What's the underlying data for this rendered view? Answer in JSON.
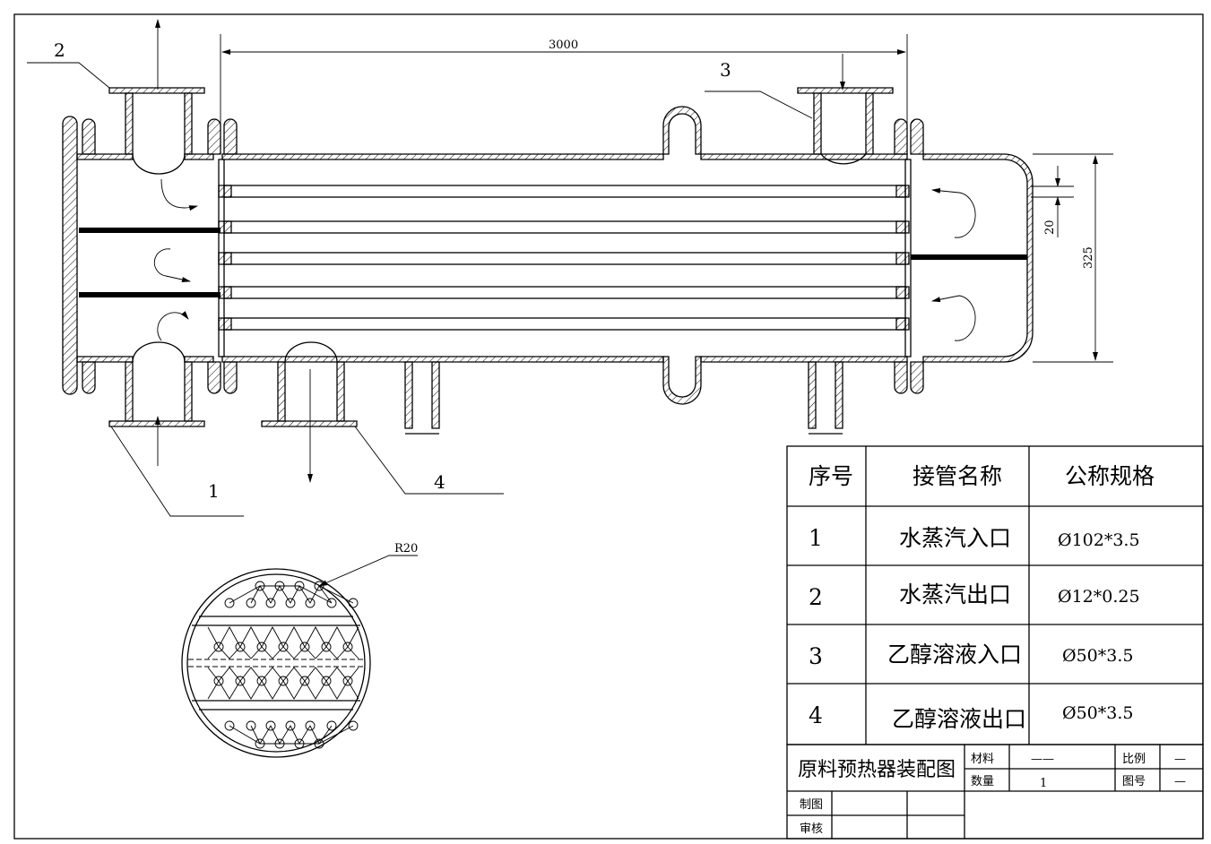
{
  "drawing": {
    "dimensions": {
      "length": "3000",
      "diameter": "325",
      "pass_gap": "20",
      "fillet": "R20"
    },
    "callouts": [
      "1",
      "2",
      "3",
      "4"
    ]
  },
  "nozzle_table": {
    "headers": [
      "序号",
      "接管名称",
      "公称规格"
    ],
    "rows": [
      {
        "no": "1",
        "name": "水蒸汽入口",
        "spec": "Ø102*3.5"
      },
      {
        "no": "2",
        "name": "水蒸汽出口",
        "spec": "Ø12*0.25"
      },
      {
        "no": "3",
        "name": "乙醇溶液入口",
        "spec": "Ø50*3.5"
      },
      {
        "no": "4",
        "name": "乙醇溶液出口",
        "spec": "Ø50*3.5"
      }
    ]
  },
  "title_block": {
    "title": "原料预热器装配图",
    "material_label": "材料",
    "material_value": "——",
    "quantity_label": "数量",
    "quantity_value": "1",
    "scale_label": "比例",
    "scale_value": "—",
    "drawing_no_label": "图号",
    "drawing_no_value": "—",
    "drawn_by_label": "制图",
    "checked_by_label": "审核"
  }
}
